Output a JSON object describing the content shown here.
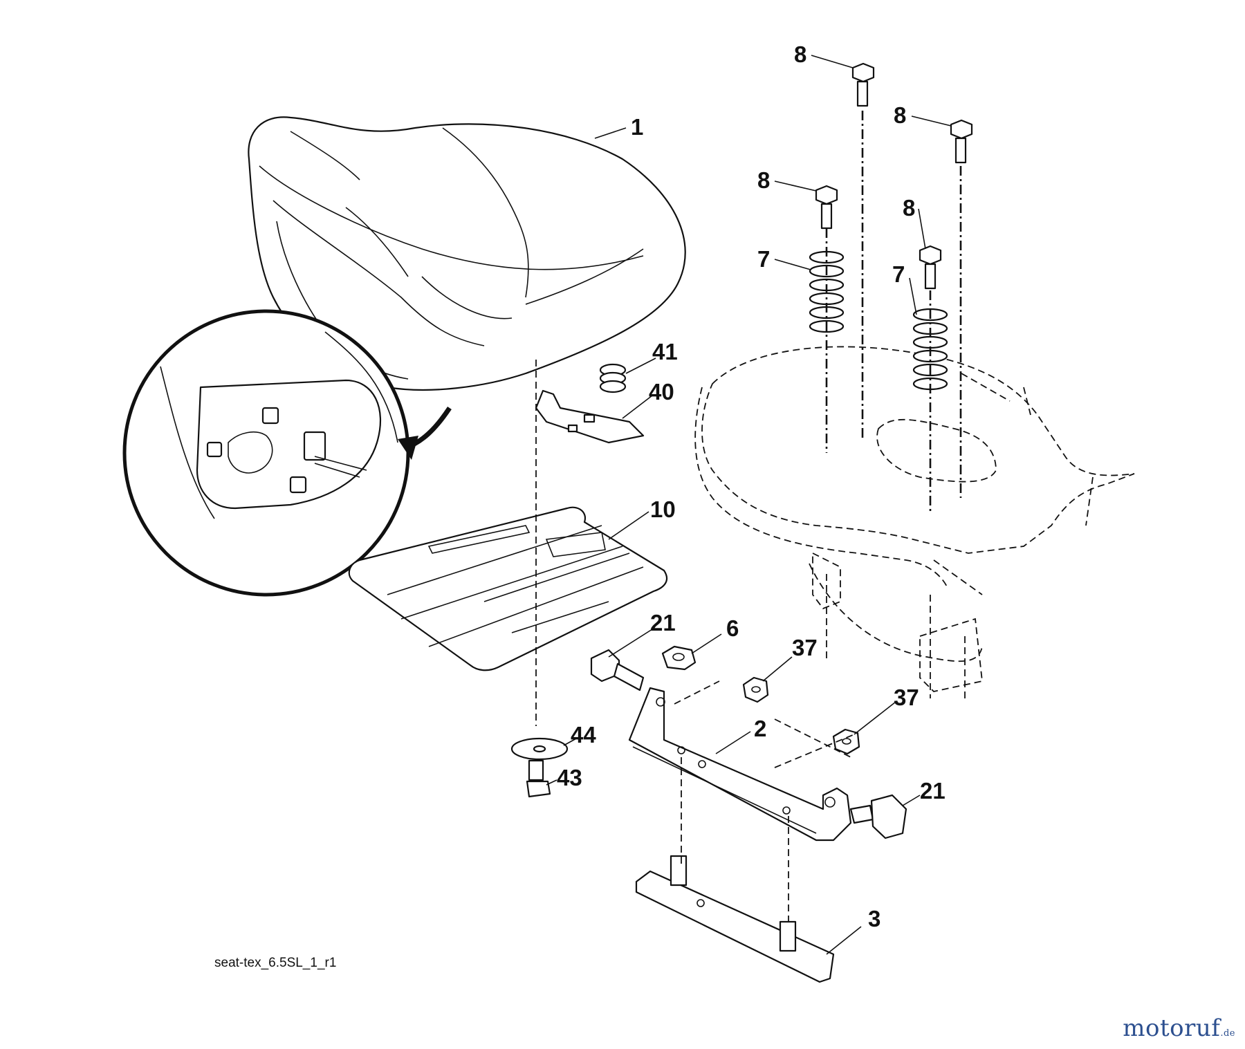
{
  "callouts": [
    {
      "id": "c-1",
      "text": "1"
    },
    {
      "id": "c-2",
      "text": "2"
    },
    {
      "id": "c-3",
      "text": "3"
    },
    {
      "id": "c-6",
      "text": "6"
    },
    {
      "id": "c-7a",
      "text": "7"
    },
    {
      "id": "c-7b",
      "text": "7"
    },
    {
      "id": "c-8a",
      "text": "8"
    },
    {
      "id": "c-8b",
      "text": "8"
    },
    {
      "id": "c-8c",
      "text": "8"
    },
    {
      "id": "c-8d",
      "text": "8"
    },
    {
      "id": "c-10",
      "text": "10"
    },
    {
      "id": "c-21a",
      "text": "21"
    },
    {
      "id": "c-21b",
      "text": "21"
    },
    {
      "id": "c-37a",
      "text": "37"
    },
    {
      "id": "c-37b",
      "text": "37"
    },
    {
      "id": "c-40",
      "text": "40"
    },
    {
      "id": "c-41",
      "text": "41"
    },
    {
      "id": "c-43",
      "text": "43"
    },
    {
      "id": "c-44",
      "text": "44"
    }
  ],
  "caption": "seat-tex_6.5SL_1_r1",
  "watermark": {
    "main": "motoruf",
    "suffix": ".de",
    "color": "#2c4f8f"
  }
}
